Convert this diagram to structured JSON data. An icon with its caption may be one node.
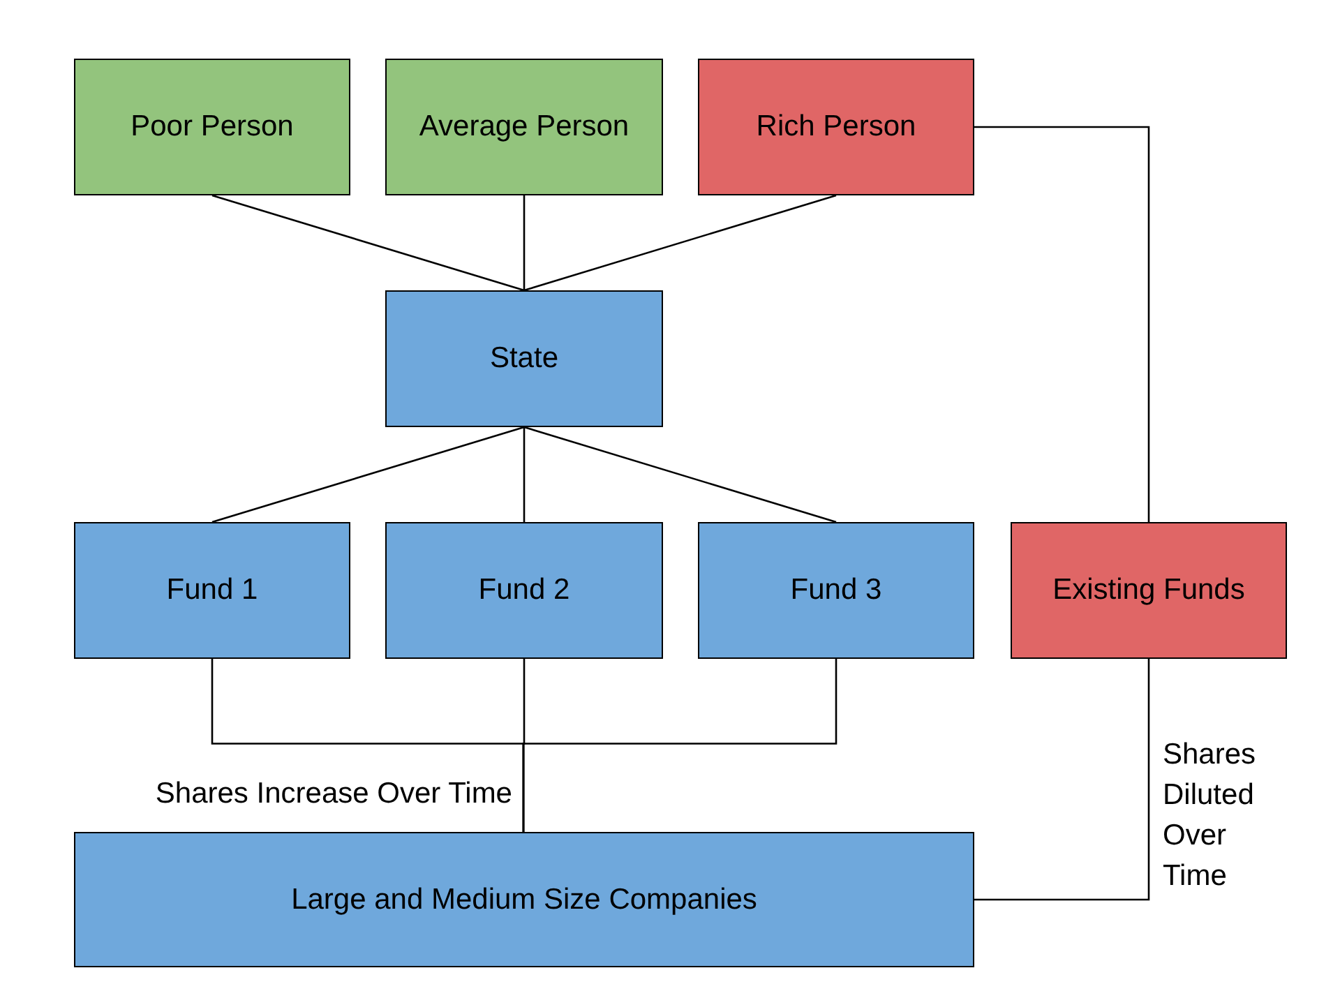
{
  "diagram": {
    "nodes": [
      {
        "text": [
          "Poor Person"
        ]
      },
      {
        "text": [
          "Average Person"
        ]
      },
      {
        "text": [
          "Rich Person"
        ]
      },
      {
        "text": [
          "State"
        ]
      },
      {
        "text": [
          "Fund 1"
        ]
      },
      {
        "text": [
          "Fund 2"
        ]
      },
      {
        "text": [
          "Fund 3"
        ]
      },
      {
        "text": [
          "Existing Funds"
        ]
      },
      {
        "text": [
          "Large and Medium Size Companies"
        ]
      }
    ],
    "edges": [
      {
        "from": 0,
        "to": 3,
        "arrow": "none"
      },
      {
        "from": 1,
        "to": 3,
        "arrow": "none"
      },
      {
        "from": 2,
        "to": 3,
        "arrow": "none"
      },
      {
        "from": 3,
        "to": 4,
        "arrow": "none"
      },
      {
        "from": 3,
        "to": 5,
        "arrow": "none"
      },
      {
        "from": 3,
        "to": 6,
        "arrow": "none"
      },
      {
        "from": 4,
        "to": 8,
        "arrow": "none"
      },
      {
        "from": 5,
        "to": 8,
        "arrow": "none",
        "label": "Shares Increase Over Time"
      },
      {
        "from": 6,
        "to": 8,
        "arrow": "none"
      },
      {
        "from": 2,
        "to": 7,
        "arrow": "none"
      },
      {
        "from": 7,
        "to": 8,
        "arrow": "none",
        "label": "Shares Diluted Over Time"
      }
    ]
  }
}
